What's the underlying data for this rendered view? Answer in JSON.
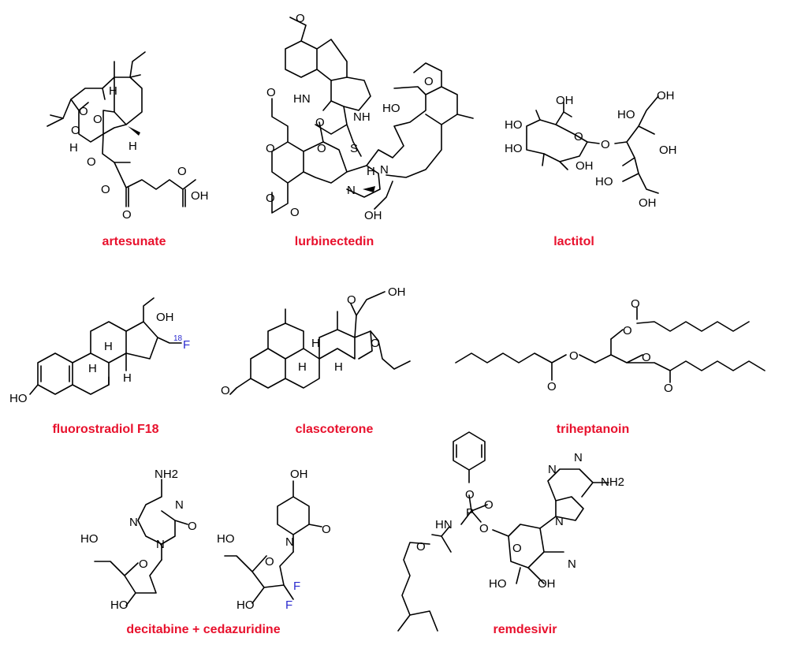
{
  "colors": {
    "caption": "#e8112d",
    "heteroatom_fluorine": "#2a2acf",
    "bond": "#000000"
  },
  "compounds": [
    {
      "name": "artesunate"
    },
    {
      "name": "lurbinectedin"
    },
    {
      "name": "lactitol"
    },
    {
      "name": "fluorostradiol F18"
    },
    {
      "name": "clascoterone"
    },
    {
      "name": "triheptanoin"
    },
    {
      "name": "decitabine + cedazuridine"
    },
    {
      "name": "remdesivir"
    }
  ],
  "atom_labels": {
    "artesunate": [
      "H",
      "O",
      "O",
      "O",
      "H",
      "O",
      "O",
      "O",
      "OH",
      "O",
      "H"
    ],
    "lurbinectedin": [
      "HN",
      "NH",
      "O",
      "O",
      "O",
      "O",
      "O",
      "O",
      "O",
      "S",
      "N",
      "N",
      "OH",
      "HO",
      "H",
      "O"
    ],
    "lactitol": [
      "OH",
      "HO",
      "HO",
      "O",
      "O",
      "OH",
      "OH",
      "HO",
      "HO",
      "OH",
      "OH"
    ],
    "fluorostradiol": [
      "OH",
      "HO",
      "H",
      "H",
      "H",
      "18",
      "F"
    ],
    "clascoterone": [
      "OH",
      "O",
      "O",
      "O",
      "H",
      "H",
      "H"
    ],
    "triheptanoin": [
      "O",
      "O",
      "O",
      "O",
      "O",
      "O"
    ],
    "decitabine": [
      "NH2",
      "N",
      "N",
      "N",
      "O",
      "HO",
      "O",
      "HO"
    ],
    "cedazuridine": [
      "OH",
      "N",
      "O",
      "HO",
      "O",
      "HO",
      "F",
      "F"
    ],
    "remdesivir": [
      "O",
      "P",
      "O",
      "HN",
      "O",
      "O",
      "O",
      "N",
      "N",
      "NH2",
      "N",
      "N",
      "HO",
      "OH"
    ]
  }
}
